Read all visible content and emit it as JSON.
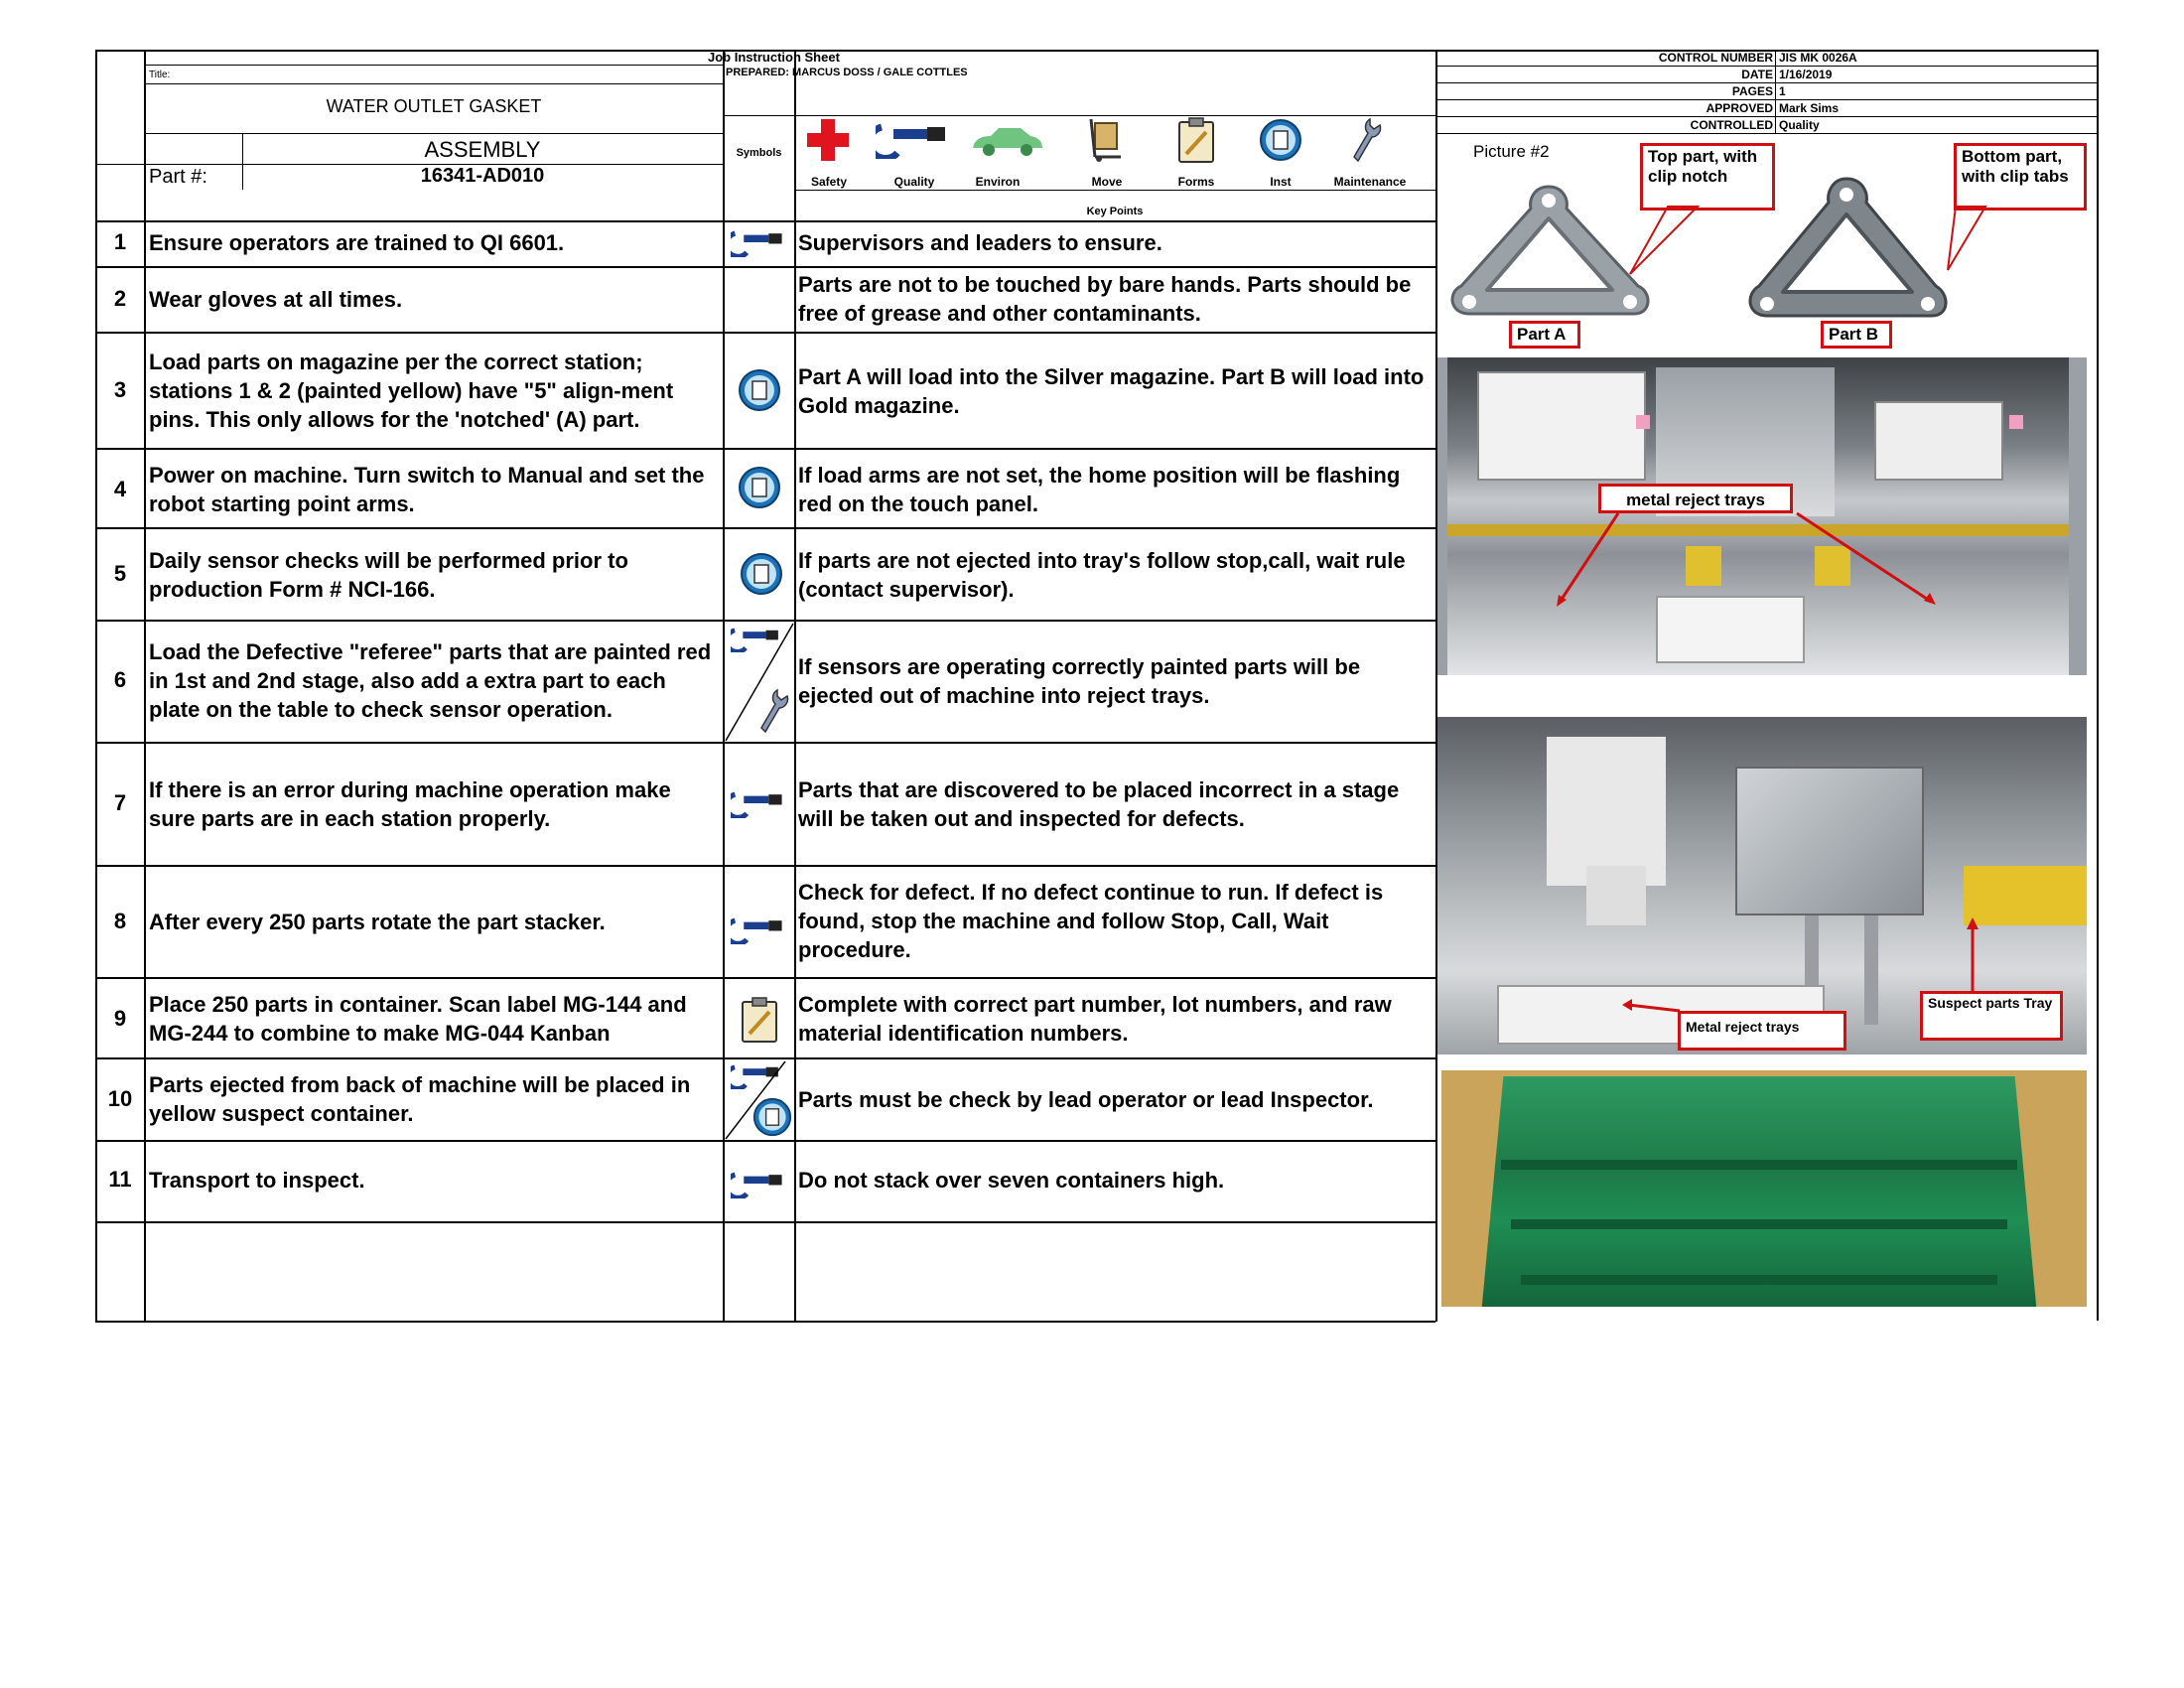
{
  "header": {
    "sheet_title": "Job Instruction Sheet",
    "title_label": "Title:",
    "title": "WATER OUTLET GASKET",
    "subtitle": "ASSEMBLY",
    "part_label": "Part #:",
    "part_number": "16341-AD010",
    "prepared": "PREPARED:  MARCUS DOSS / GALE COTTLES",
    "symbols_label": "Symbols",
    "key_points_label": "Key Points"
  },
  "control": {
    "rows": [
      {
        "label": "CONTROL NUMBER",
        "value": "JIS MK 0026A"
      },
      {
        "label": "DATE",
        "value": "1/16/2019"
      },
      {
        "label": "PAGES",
        "value": "1"
      },
      {
        "label": "APPROVED",
        "value": "Mark Sims"
      },
      {
        "label": "CONTROLLED",
        "value": "Quality"
      }
    ]
  },
  "symbols": [
    {
      "label": "Safety",
      "icon": "safety-cross-icon",
      "color": "#e0141e"
    },
    {
      "label": "Quality",
      "icon": "micrometer-icon",
      "color": "#1b3e8f"
    },
    {
      "label": "Environ",
      "icon": "car-icon",
      "color": "#58b86a"
    },
    {
      "label": "Move",
      "icon": "hand-truck-icon",
      "color": "#8a6a2a"
    },
    {
      "label": "Forms",
      "icon": "clipboard-icon",
      "color": "#c89a3a"
    },
    {
      "label": "Inst",
      "icon": "instruction-disc-icon",
      "color": "#1e73b8"
    },
    {
      "label": "Maintenance",
      "icon": "wrench-icon",
      "color": "#5a6a8a"
    }
  ],
  "steps": [
    {
      "no": "1",
      "text": "Ensure operators are trained to QI 6601.",
      "key_point": "Supervisors and leaders to ensure.",
      "icons": [
        "micrometer-icon"
      ]
    },
    {
      "no": "2",
      "text": "Wear gloves at all times.",
      "key_point": "Parts are not to be touched by bare hands.  Parts should be free of grease and other contaminants.",
      "icons": []
    },
    {
      "no": "3",
      "text": "Load parts on magazine per the correct station; stations 1 & 2 (painted yellow) have \"5\" align-ment pins. This only allows for the 'notched' (A) part.",
      "key_point": "Part A will load into the Silver magazine.  Part B will load into Gold magazine.",
      "icons": [
        "instruction-disc-icon"
      ]
    },
    {
      "no": "4",
      "text": "Power on machine. Turn switch to Manual and set the robot starting point arms.",
      "key_point": "If load arms are not set, the home position will be flashing red on the touch panel.",
      "icons": [
        "instruction-disc-icon"
      ]
    },
    {
      "no": "5",
      "text": "Daily sensor checks will be performed prior to production Form # NCI-166.",
      "key_point": "If parts are not ejected into tray's follow stop,call, wait rule (contact supervisor).",
      "icons": [
        "instruction-disc-icon"
      ]
    },
    {
      "no": "6",
      "text": "Load the Defective \"referee\" parts that are painted red in 1st and 2nd stage, also add a extra part to each plate on the table to check sensor operation.",
      "key_point": "If sensors are operating correctly painted parts will be ejected out of machine into reject trays.",
      "icons": [
        "micrometer-icon",
        "wrench-icon"
      ]
    },
    {
      "no": "7",
      "text": "If there is an error during machine operation make sure parts are in each station properly.",
      "key_point": "Parts that are discovered to be placed incorrect in a stage will be taken out and inspected for defects.",
      "icons": [
        "micrometer-icon"
      ]
    },
    {
      "no": "8",
      "text": "After every 250 parts rotate the part stacker.",
      "key_point": "Check for defect. If no defect continue to run. If defect is found, stop the machine and follow Stop, Call, Wait procedure.",
      "icons": [
        "micrometer-icon"
      ]
    },
    {
      "no": "9",
      "text": "Place 250 parts in container. Scan label MG-144 and MG-244 to combine to make MG-044 Kanban",
      "key_point": "Complete with correct part number, lot numbers, and raw material identification numbers.",
      "icons": [
        "clipboard-icon"
      ]
    },
    {
      "no": "10",
      "text": "Parts ejected from back of machine will be placed in yellow suspect container.",
      "key_point": "Parts must be check by lead operator or lead Inspector.",
      "icons": [
        "micrometer-icon",
        "instruction-disc-icon"
      ]
    },
    {
      "no": "11",
      "text": "Transport to inspect.",
      "key_point": "Do not stack over seven containers high.",
      "icons": [
        "micrometer-icon"
      ]
    }
  ],
  "pictures": {
    "picture_label": "Picture #2",
    "callouts": {
      "top_part": "Top part, with clip notch",
      "bottom_part": "Bottom part, with clip tabs",
      "part_a": "Part A",
      "part_b": "Part B",
      "metal_reject_trays": "metal reject trays",
      "metal_reject_trays_2": "Metal reject trays",
      "suspect_tray": "Suspect parts Tray"
    }
  }
}
